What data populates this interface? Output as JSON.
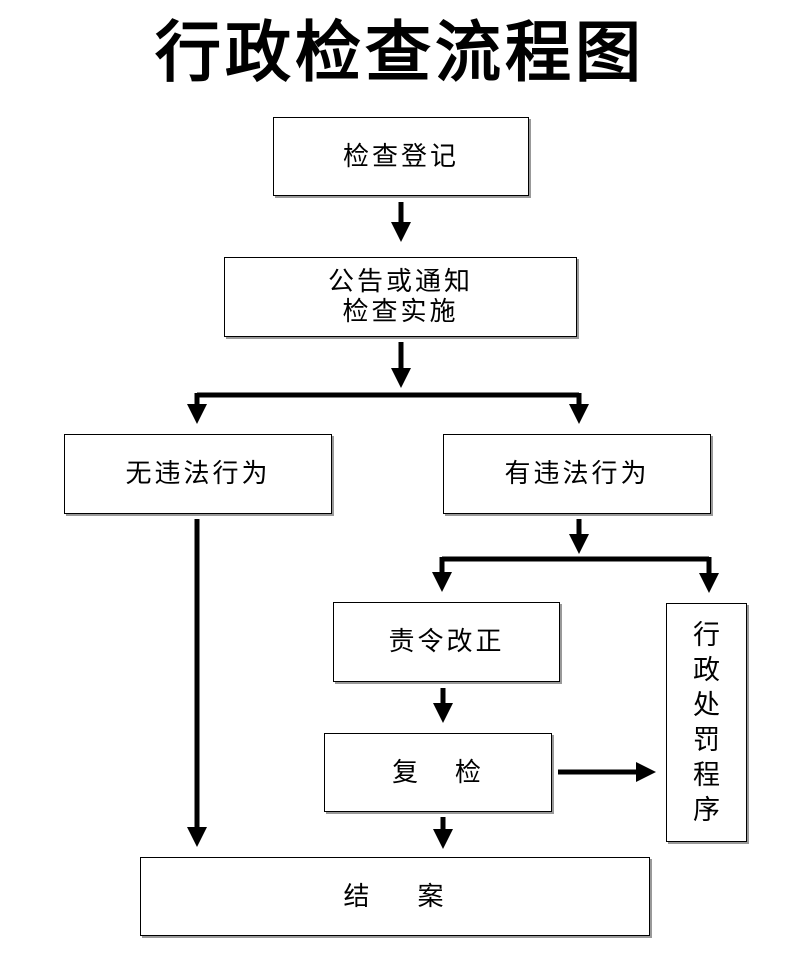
{
  "title": "行政检查流程图",
  "nodes": {
    "register": "检查登记",
    "notice_line1": "公告或通知",
    "notice_line2": "检查实施",
    "no_violation": "无违法行为",
    "violation": "有违法行为",
    "correction": "责令改正",
    "recheck": "复   检",
    "penalty": "行政处罚程序",
    "close": "结    案"
  },
  "colors": {
    "stroke": "#000000",
    "shadow": "#999999",
    "background": "#ffffff"
  }
}
